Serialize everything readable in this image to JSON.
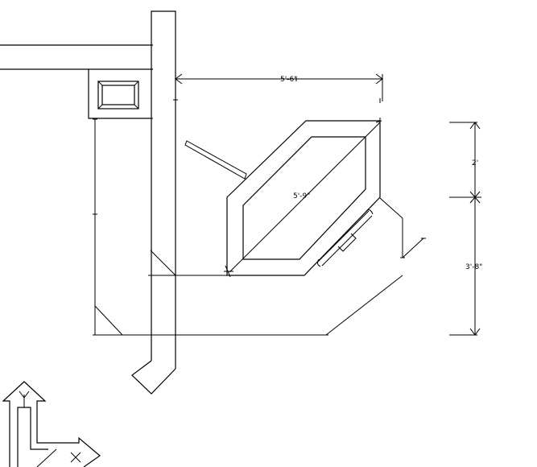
{
  "drawing": {
    "dimensions": {
      "top_width": "5'-6\"",
      "diagonal": "5'-9\"",
      "right_upper": "2'",
      "right_lower": "3'-8\""
    }
  }
}
